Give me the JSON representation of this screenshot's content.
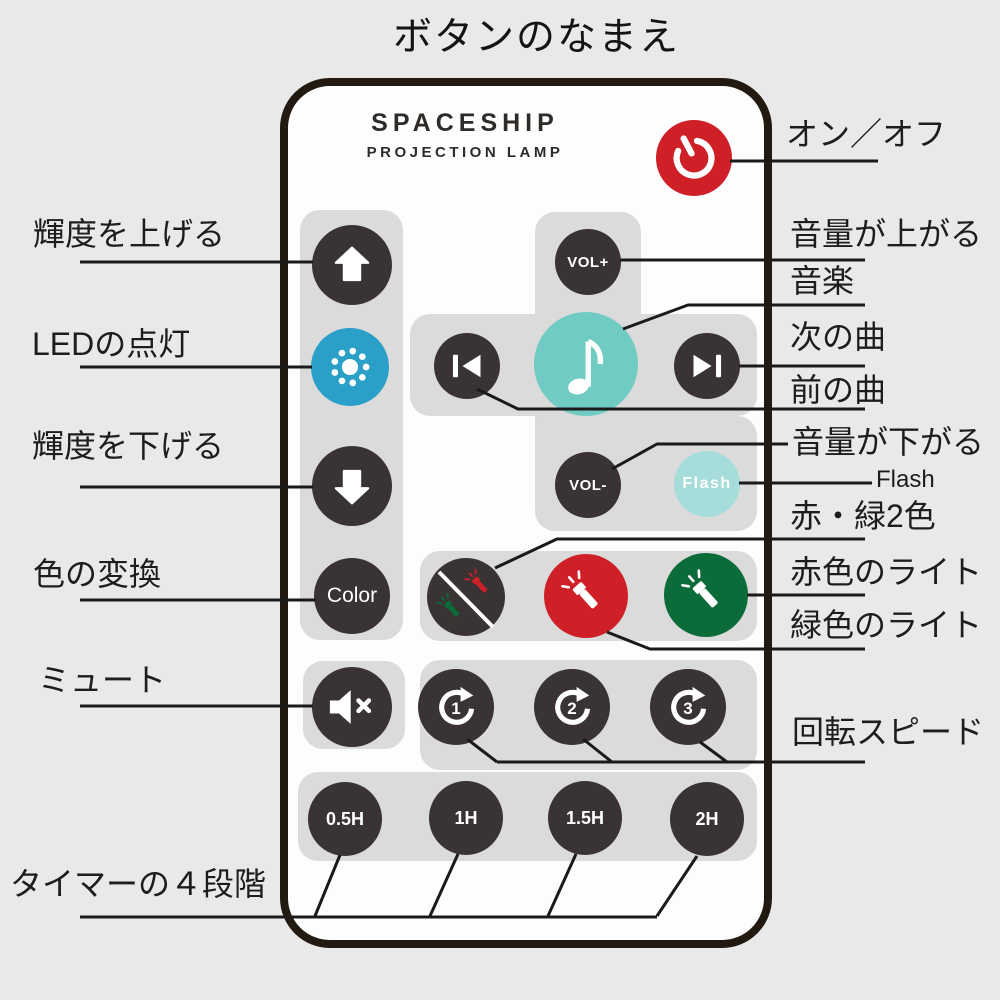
{
  "title": "ボタンのなまえ",
  "remote": {
    "brand": "SPACESHIP",
    "brand_sub": "PROJECTION LAMP"
  },
  "buttons": {
    "vol_plus": "VOL+",
    "vol_minus": "VOL-",
    "color": "Color",
    "flash": "Flash",
    "rotation": [
      "1",
      "2",
      "3"
    ],
    "timers": [
      "0.5H",
      "1H",
      "1.5H",
      "2H"
    ]
  },
  "labels": {
    "left": {
      "brightness_up": "輝度を上げる",
      "led_on": "LEDの点灯",
      "brightness_down": "輝度を下げる",
      "color_change": "色の変換",
      "mute": "ミュート",
      "timer": "タイマーの４段階"
    },
    "right": {
      "power": "オン／オフ",
      "volume_up": "音量が上がる",
      "music": "音楽",
      "next_track": "次の曲",
      "prev_track": "前の曲",
      "volume_down": "音量が下がる",
      "flash": "Flash",
      "red_green": "赤・緑2色",
      "red_light": "赤色のライト",
      "green_light": "緑色のライト",
      "rotation_speed": "回転スピード"
    }
  },
  "colors": {
    "background": "#e9e9e9",
    "power_red": "#cf2028",
    "led_blue": "#2a9fc7",
    "music_teal": "#70cbc3",
    "flash_teal": "#a6dcd9",
    "torch_red": "#cf2028",
    "torch_green": "#0c6c39",
    "button_dark": "#393334",
    "pad_gray": "#dbdbdb"
  }
}
